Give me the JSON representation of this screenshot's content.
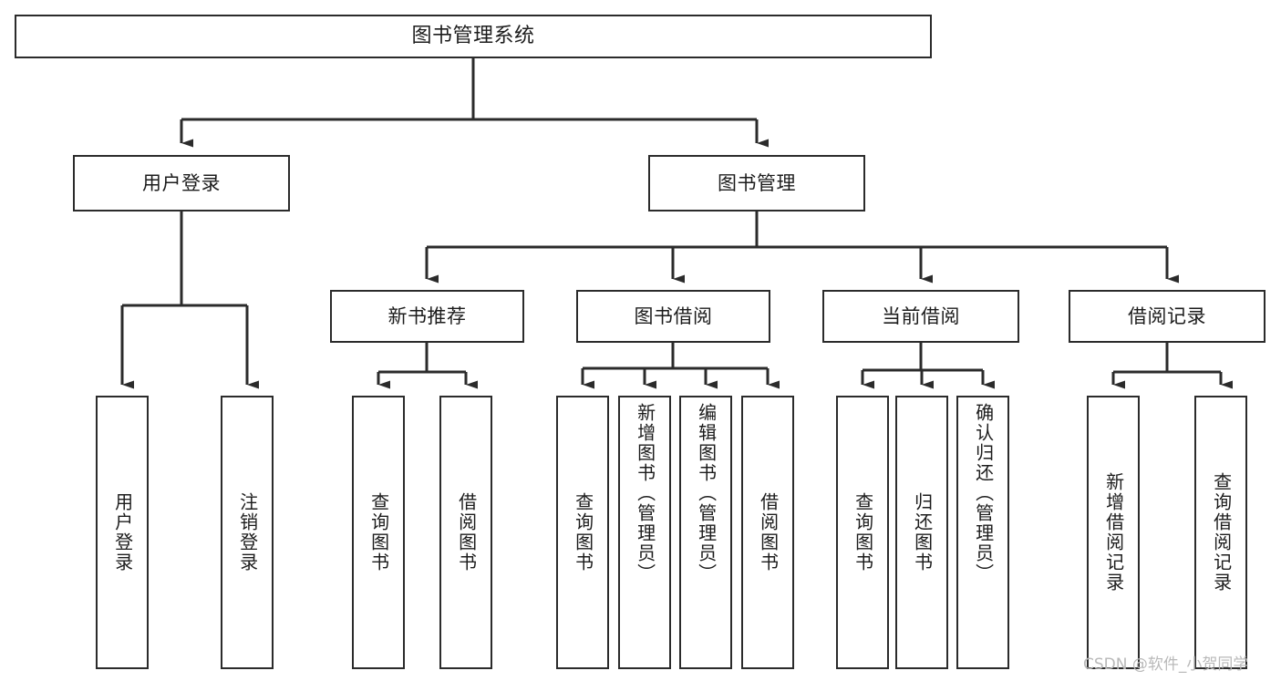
{
  "diagram": {
    "type": "tree-hierarchy",
    "title": "图书管理系统",
    "watermark": "CSDN @软件_小贺同学",
    "colors": {
      "background": "#ffffff",
      "node_border": "#2b2b2b",
      "node_fill": "#ffffff",
      "edge": "#2b2b2b",
      "text": "#1c1c1c",
      "watermark": "#b9b9b9"
    },
    "nodes": {
      "root": {
        "label": "图书管理系统"
      },
      "level1": [
        {
          "id": "user-login",
          "label": "用户登录"
        },
        {
          "id": "book-manage",
          "label": "图书管理"
        }
      ],
      "level2": [
        {
          "id": "new-book-recommend",
          "label": "新书推荐"
        },
        {
          "id": "book-borrow",
          "label": "图书借阅"
        },
        {
          "id": "current-borrow",
          "label": "当前借阅"
        },
        {
          "id": "borrow-record",
          "label": "借阅记录"
        }
      ],
      "leaves": {
        "user-login": [
          {
            "id": "leaf-user-login",
            "label": "用户登录"
          },
          {
            "id": "leaf-logout",
            "label": "注销登录"
          }
        ],
        "new-book-recommend": [
          {
            "id": "leaf-query-book-1",
            "label": "查询图书"
          },
          {
            "id": "leaf-borrow-book-1",
            "label": "借阅图书"
          }
        ],
        "book-borrow": [
          {
            "id": "leaf-query-book-2",
            "label": "查询图书"
          },
          {
            "id": "leaf-add-book",
            "label": "新增图书（管理员）"
          },
          {
            "id": "leaf-edit-book",
            "label": "编辑图书（管理员）"
          },
          {
            "id": "leaf-borrow-book-2",
            "label": "借阅图书"
          }
        ],
        "current-borrow": [
          {
            "id": "leaf-query-book-3",
            "label": "查询图书"
          },
          {
            "id": "leaf-return-book",
            "label": "归还图书"
          },
          {
            "id": "leaf-confirm-return",
            "label": "确认归还（管理员）"
          }
        ],
        "borrow-record": [
          {
            "id": "leaf-add-record",
            "label": "新增借阅记录"
          },
          {
            "id": "leaf-query-record",
            "label": "查询借阅记录"
          }
        ]
      }
    }
  }
}
